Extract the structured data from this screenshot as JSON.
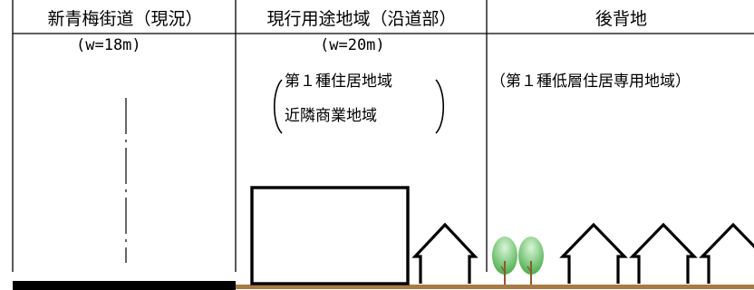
{
  "header": {
    "col1": "新青梅街道（現況）",
    "col2": "現行用途地域（沿道部）",
    "col3": "後背地"
  },
  "road": {
    "width": "(w=18m)"
  },
  "roadside": {
    "width": "(w=20m)",
    "zone_line1": "第１種住居地域",
    "zone_line2": "近隣商業地域"
  },
  "hinterland": {
    "zone": "（第１種低層住居専用地域）"
  },
  "colors": {
    "ground": "#a87b45",
    "road_surface": "#000000",
    "tree_crown_dark": "#5cb85c",
    "tree_crown_light": "#c8efc8",
    "tree_trunk": "#8b5a2b"
  }
}
